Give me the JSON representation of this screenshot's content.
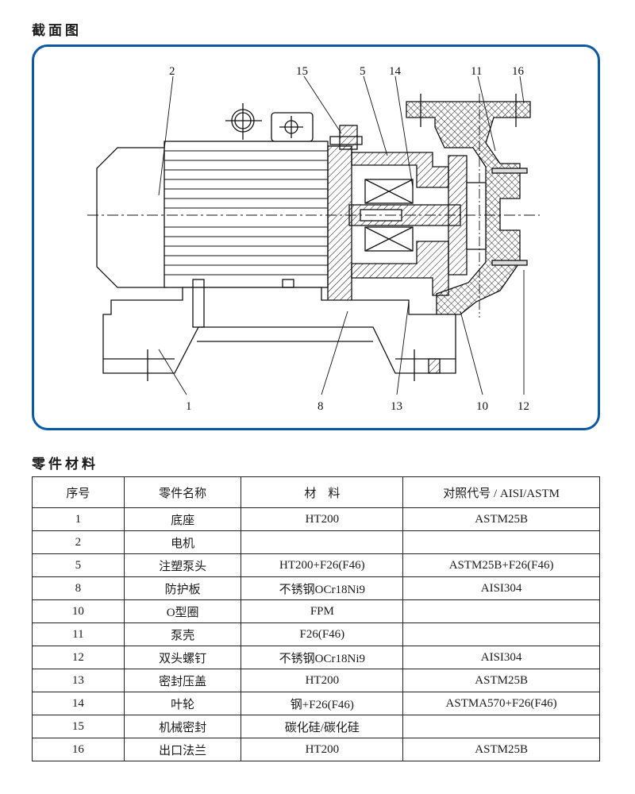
{
  "section_drawing": {
    "title": "截面图"
  },
  "callouts": {
    "top": [
      "2",
      "15",
      "5",
      "14",
      "11",
      "16"
    ],
    "bottom": [
      "1",
      "8",
      "13",
      "10",
      "12"
    ]
  },
  "section_parts": {
    "title": "零件材料"
  },
  "table": {
    "headers": [
      "序号",
      "零件名称",
      "材　料",
      "对照代号 / AISI/ASTM"
    ],
    "rows": [
      {
        "no": "1",
        "name": "底座",
        "material": "HT200",
        "code": "ASTM25B"
      },
      {
        "no": "2",
        "name": "电机",
        "material": "",
        "code": ""
      },
      {
        "no": "5",
        "name": "注塑泵头",
        "material": "HT200+F26(F46)",
        "code": "ASTM25B+F26(F46)"
      },
      {
        "no": "8",
        "name": "防护板",
        "material": "不锈钢OCr18Ni9",
        "code": "AISI304"
      },
      {
        "no": "10",
        "name": "O型圈",
        "material": "FPM",
        "code": ""
      },
      {
        "no": "11",
        "name": "泵壳",
        "material": "F26(F46)",
        "code": ""
      },
      {
        "no": "12",
        "name": "双头螺钉",
        "material": "不锈钢OCr18Ni9",
        "code": "AISI304"
      },
      {
        "no": "13",
        "name": "密封压盖",
        "material": "HT200",
        "code": "ASTM25B"
      },
      {
        "no": "14",
        "name": "叶轮",
        "material": "钢+F26(F46)",
        "code": "ASTMA570+F26(F46)"
      },
      {
        "no": "15",
        "name": "机械密封",
        "material": "碳化硅/碳化硅",
        "code": ""
      },
      {
        "no": "16",
        "name": "出口法兰",
        "material": "HT200",
        "code": "ASTM25B"
      }
    ]
  },
  "colors": {
    "frame": "#0b5aa6",
    "line": "#111111"
  }
}
